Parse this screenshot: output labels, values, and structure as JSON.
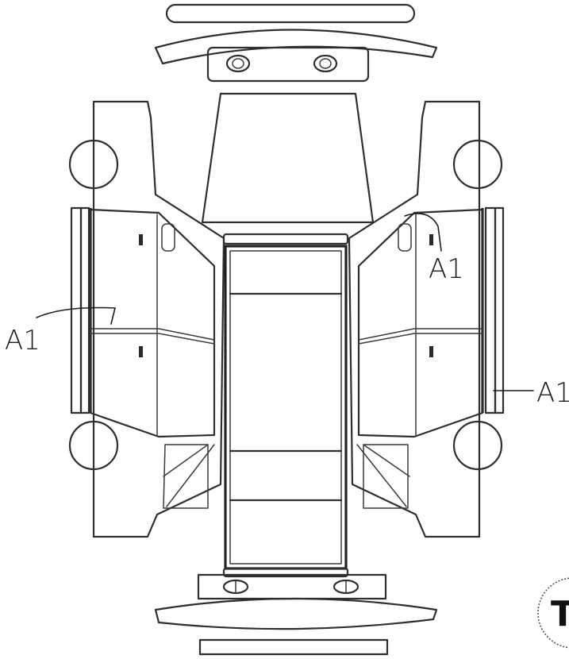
{
  "annotations": {
    "left_door_label": "A1",
    "right_door_label": "A1",
    "right_side_label": "A1"
  },
  "badge": {
    "letter": "T"
  },
  "colors": {
    "line": "#2f2f2f",
    "background": "#ffffff",
    "handwriting": "#1d1d1d"
  }
}
